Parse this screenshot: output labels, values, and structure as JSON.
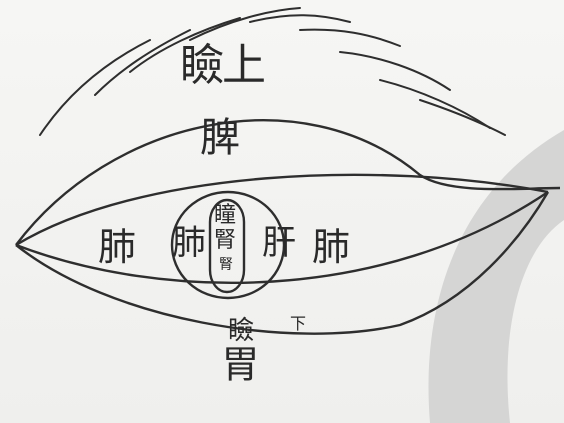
{
  "labels": {
    "upper_lid": "瞼上",
    "spleen": "脾",
    "lung_left": "肺",
    "lung_inner_left": "肺",
    "pupil_a": "瞳",
    "pupil_b": "腎",
    "pupil_c": "腎",
    "liver": "肝",
    "lung_right": "肺",
    "lower_lid": "瞼",
    "lower_lid_small": "下",
    "stomach": "胃"
  },
  "colors": {
    "ink": "#2a2a2a",
    "paper": "#f4f4f2",
    "shadow": "#cfcfcd"
  }
}
